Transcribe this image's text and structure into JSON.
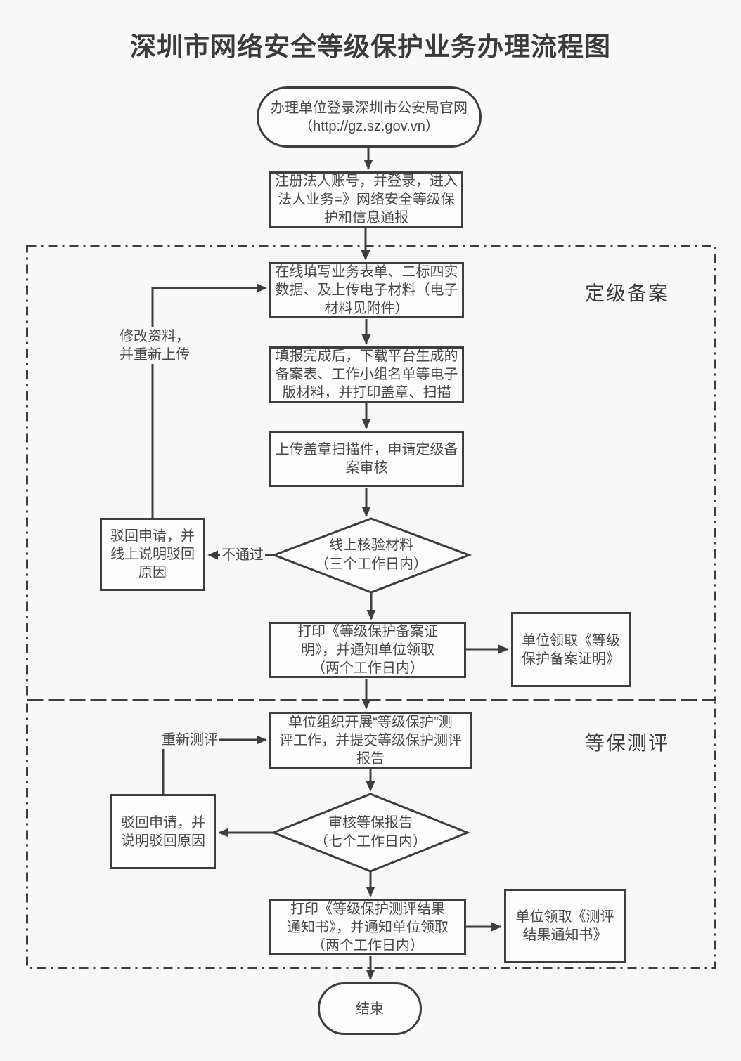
{
  "title": "深圳市网络安全等级保护业务办理流程图",
  "sections": [
    {
      "label": "定级备案"
    },
    {
      "label": "等保测评"
    }
  ],
  "nodes": {
    "start": "办理单位登录深圳市公安局官网\n（http://gz.sz.gov.vn）",
    "register": "注册法人账号，并登录，进入\n法人业务=》网络安全等级保\n护和信息通报",
    "fill_form": "在线填写业务表单、二标四实\n数据、及上传电子材料（电子\n材料见附件）",
    "download_print": "填报完成后，下载平台生成的\n备案表、工作小组名单等电子\n版材料，并打印盖章、扫描",
    "upload_scan": "上传盖章扫描件，申请定级备\n案审核",
    "verify_decision": "线上核验材料\n（三个工作日内）",
    "reject_record": "驳回申请，并\n线上说明驳回\n原因",
    "print_cert": "打印《等级保护备案证\n明》，并通知单位领取\n（两个工作日内）",
    "receive_cert": "单位领取《等级\n保护备案证明》",
    "org_assessment": "单位组织开展“等级保护”测\n评工作，并提交等级保护测评\n报告",
    "review_decision": "审核等保报告\n（七个工作日内）",
    "reject_assessment": "驳回申请，并\n说明驳回原因",
    "print_result": "打印《等级保护测评结果\n通知书》，并通知单位领取\n（两个工作日内）",
    "receive_result": "单位领取《测评\n结果通知书》",
    "end": "结束"
  },
  "edge_labels": {
    "not_pass": "不通过",
    "modify_reupload": "修改资料，\n并重新上传",
    "retest": "重新测评"
  },
  "colors": {
    "background": "#f8f8f8",
    "stroke": "#3e3e3e",
    "text": "#4a4a4a"
  }
}
